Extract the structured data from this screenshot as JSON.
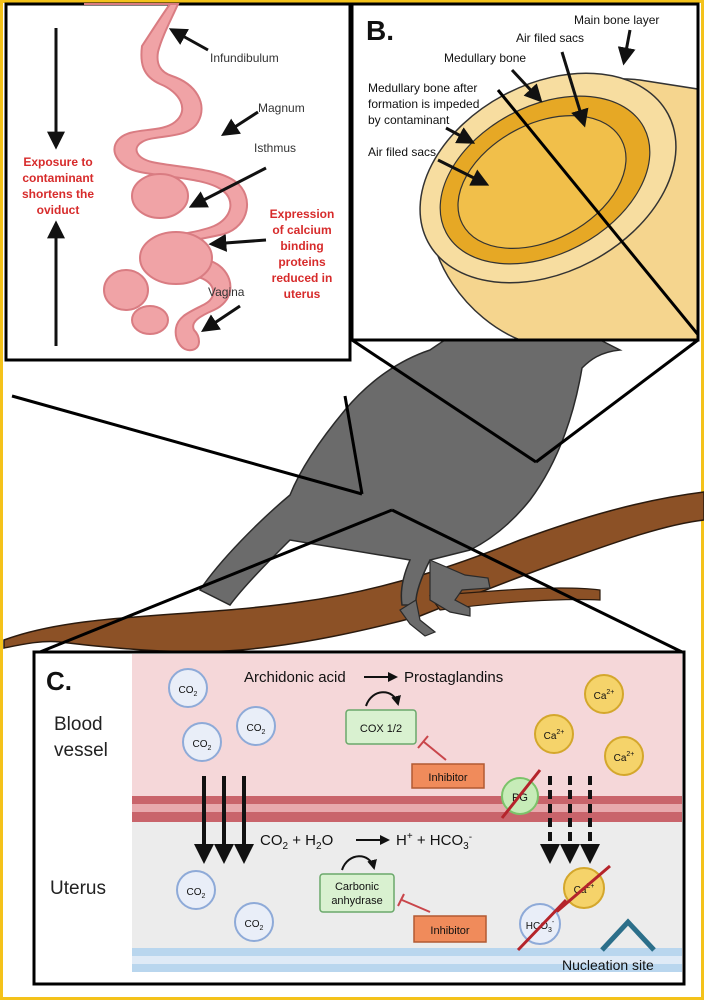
{
  "panelA": {
    "labels": {
      "infundibulum": "Infundibulum",
      "magnum": "Magnum",
      "isthmus": "Isthmus",
      "vagina": "Vagina"
    },
    "left_note": [
      "Exposure to",
      "contaminant",
      "shortens the",
      "oviduct"
    ],
    "right_note": [
      "Expression",
      "of calcium",
      "binding",
      "proteins",
      "reduced in",
      "uterus"
    ]
  },
  "panelB": {
    "letter": "B.",
    "main_bone_layer": "Main bone layer",
    "air_sacs_top": "Air filed sacs",
    "medullary_bone": "Medullary bone",
    "impeded": [
      "Medullary bone after",
      "formation is impeded",
      "by contaminant"
    ],
    "air_sacs_left": "Air filed sacs"
  },
  "panelC": {
    "letter": "C.",
    "blood_vessel": [
      "Blood",
      "vessel"
    ],
    "uterus": "Uterus",
    "archidonic_acid": "Archidonic acid",
    "prostaglandins": "Prostaglandins",
    "cox": "COX 1/2",
    "inhibitor": "Inhibitor",
    "pg": "PG",
    "co2_base": "CO",
    "co2_sub": "2",
    "ca_base": "Ca",
    "ca_sup": "2+",
    "eq": {
      "p1": "CO",
      "s1": "2",
      "p2": " + H",
      "s2": "2",
      "p3": "O",
      "p4": "H",
      "s4": "+",
      "p5": " + HCO",
      "s5": "3",
      "t5": "-"
    },
    "carbonic": [
      "Carbonic",
      "anhydrase"
    ],
    "hco3_base": "HCO",
    "hco3_sub": "3",
    "hco3_sup": "-",
    "nucleation": "Nucleation site"
  },
  "colors": {
    "frame": "#f4c21a",
    "oviduct": "#f0a3a6",
    "note_red": "#d72b2b",
    "bird": "#6b6b6b",
    "branch": "#8c5126",
    "blood": "#f5d7d9",
    "uterus_bg": "#ececec",
    "vessel_wall": "#c9646b",
    "co2": "#e9eef8",
    "ca": "#f5d36a",
    "enzyme": "#d9f1d0",
    "inhibitor": "#f08b5b",
    "nucleation": "#2c6f8a"
  }
}
